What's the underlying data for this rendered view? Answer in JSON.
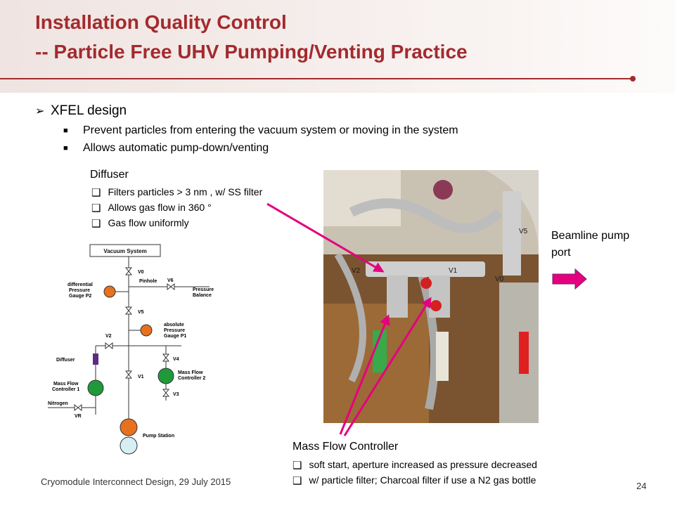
{
  "title": {
    "line1": "Installation Quality Control",
    "line2": "-- Particle Free UHV Pumping/Venting Practice"
  },
  "main_bullet": {
    "text": "XFEL design",
    "subitems": [
      "Prevent particles from entering the vacuum system or moving in the system",
      "Allows automatic pump-down/venting"
    ]
  },
  "diffuser": {
    "heading": "Diffuser",
    "items": [
      "Filters particles > 3 nm , w/ SS filter",
      "Allows gas flow in 360 °",
      "Gas flow uniformly"
    ]
  },
  "beamline": {
    "line1": "Beamline pump",
    "line2": "port"
  },
  "mass_flow": {
    "heading": "Mass Flow Controller",
    "items": [
      "soft start, aperture increased as pressure decreased",
      "w/ particle filter; Charcoal filter if use a N2 gas bottle"
    ]
  },
  "schematic": {
    "vacuum_system": "Vacuum System",
    "v0": "V0",
    "pinhole": "Pinhole",
    "v6": "V6",
    "pressure_balance_1": "Pressure",
    "pressure_balance_2": "Balance",
    "diff_gauge_1": "differential",
    "diff_gauge_2": "Pressure",
    "diff_gauge_3": "Gauge P2",
    "v5": "V5",
    "abs_gauge_1": "absolute",
    "abs_gauge_2": "Pressure",
    "abs_gauge_3": "Gauge P1",
    "v2": "V2",
    "diffuser": "Diffuser",
    "v4": "V4",
    "v1": "V1",
    "mfc2_1": "Mass Flow",
    "mfc2_2": "Controller 2",
    "mfc1_1": "Mass Flow",
    "mfc1_2": "Controller 1",
    "v3": "V3",
    "nitrogen": "Nitrogen",
    "vr": "VR",
    "pump_station": "Pump Station"
  },
  "photo_labels": {
    "v2": "V2",
    "v1": "V1",
    "v0": "V0",
    "v5": "V5"
  },
  "footer": {
    "text": "Cryomodule Interconnect Design, 29 July 2015",
    "page": "24"
  },
  "colors": {
    "title": "#a32a2e",
    "accent_magenta": "#e5007e",
    "valve_orange": "#e8711f",
    "mfc_green": "#1f9a3a",
    "diffuser_purple": "#5a2d82"
  }
}
